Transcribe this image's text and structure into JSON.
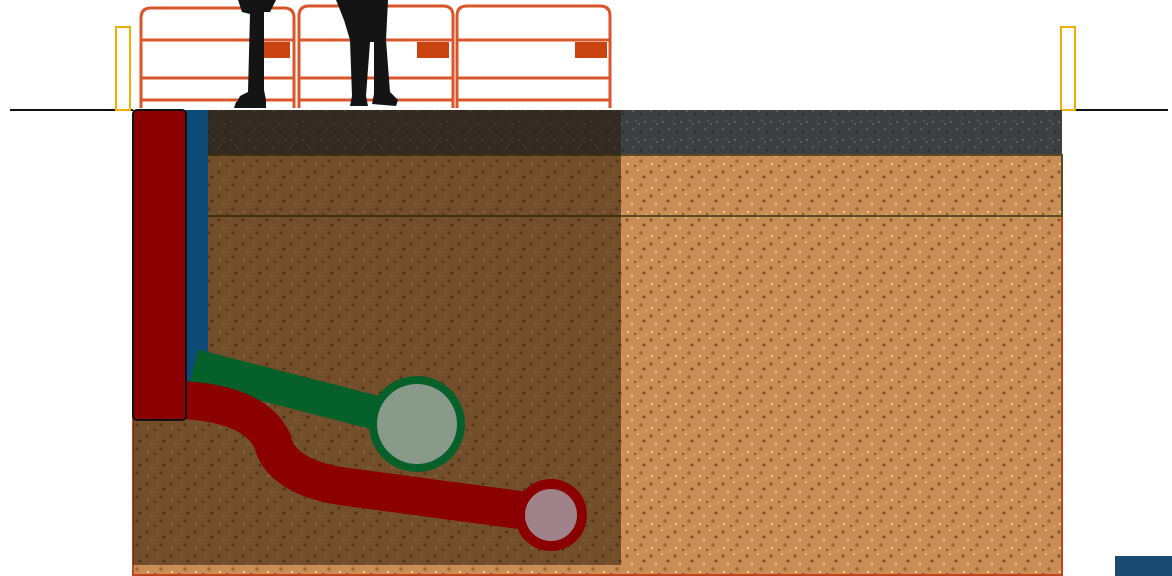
{
  "scene": {
    "title": "",
    "labels": []
  },
  "colors": {
    "background": "#ffffff",
    "ground_line": "#111111",
    "asphalt": "#3e3f41",
    "soil": "#c98e55",
    "excavation_shade": "#3a2512",
    "trench_border": "#c0441a",
    "marker_post": "#f0b000",
    "barrier": "#d9552a",
    "barrier_panel": "#c94410",
    "red_pipe": "#8b0000",
    "blue_pipe": "#0e4a78",
    "green_pipe": "#06602a",
    "pipe_end_fill": "#8a9a8a",
    "corner_tab": "#1a4a70"
  },
  "elements": {
    "workers": 2,
    "barrier_sections": 3,
    "marker_posts": 2,
    "pipes": [
      "red-pipe",
      "blue-pipe",
      "green-pipe"
    ]
  }
}
